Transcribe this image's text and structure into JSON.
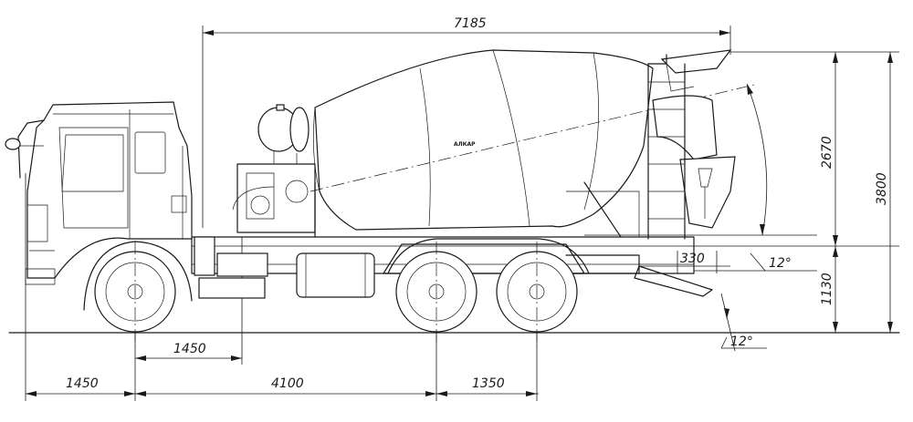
{
  "dimensions": {
    "overall_length": "7185",
    "front_overhang": "1450",
    "wheelbase_front": "4100",
    "wheelbase_rear": "1350",
    "axle_to_tank": "1450",
    "tank_height": "2670",
    "overall_height": "3800",
    "frame_height": "1130",
    "rear_step": "330",
    "tank_angle": "12°",
    "departure_angle": "12°"
  },
  "labels": {
    "drum_brand": "АЛКАР"
  },
  "colors": {
    "line": "#1a1a1a",
    "background": "#ffffff"
  }
}
